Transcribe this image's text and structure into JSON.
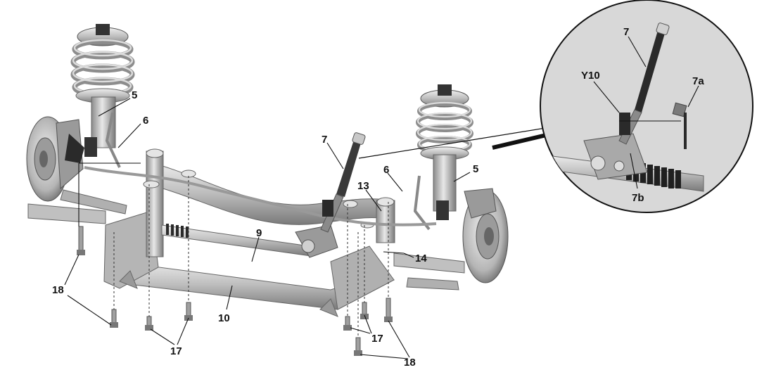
{
  "callouts": {
    "c5_left": "5",
    "c6_left": "6",
    "c7_main": "7",
    "c6_right": "6",
    "c5_right": "5",
    "c13": "13",
    "c9": "9",
    "c14": "14",
    "c10": "10",
    "c18_left": "18",
    "c17_left": "17",
    "c17_right": "17",
    "c18_right": "18",
    "c7_detail": "7",
    "cY10": "Y10",
    "c7a": "7a",
    "c7b": "7b"
  },
  "colors": {
    "metal_light": "#d9d9d9",
    "metal_mid": "#a8a8a8",
    "metal_dark": "#5a5a5a",
    "rubber": "#222222",
    "detail_bg": "#d8d8d8"
  },
  "icons": [
    "shock-absorber-icon",
    "coil-spring-icon",
    "brake-disc-icon",
    "bolt-icon",
    "steering-gear-icon"
  ]
}
